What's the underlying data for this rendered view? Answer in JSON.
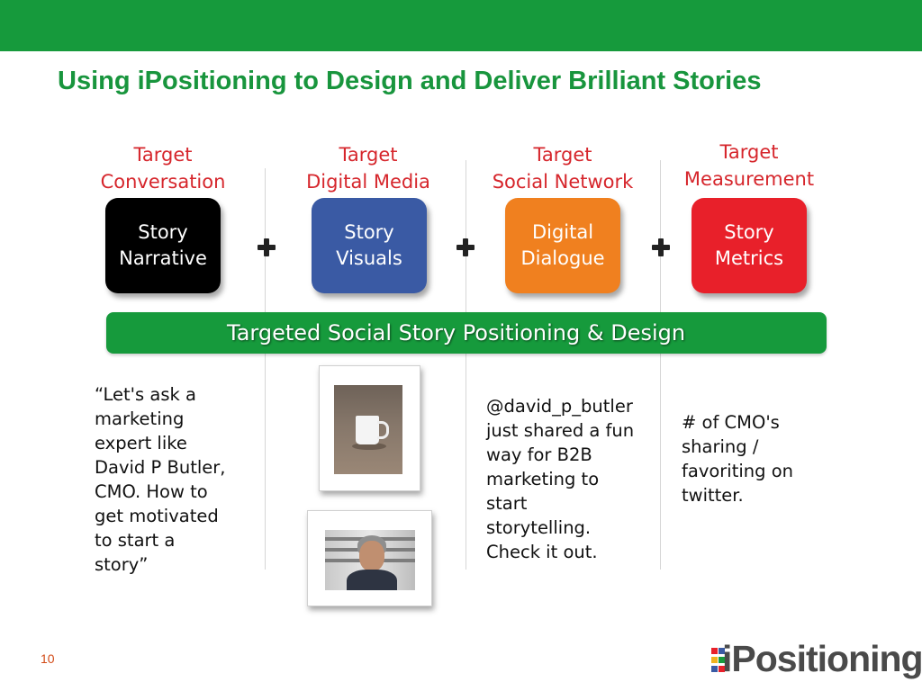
{
  "slide": {
    "title": "Using iPositioning to Design and Deliver Brilliant Stories",
    "page_number": "10"
  },
  "columns": [
    {
      "label_line1": "Target",
      "label_line2": "Conversation",
      "box_line1": "Story",
      "box_line2": "Narrative",
      "box_color": "#000000"
    },
    {
      "label_line1": "Target",
      "label_line2": "Digital Media",
      "box_line1": "Story",
      "box_line2": "Visuals",
      "box_color": "#3a5aa4"
    },
    {
      "label_line1": "Target",
      "label_line2": "Social Network",
      "box_line1": "Digital",
      "box_line2": "Dialogue",
      "box_color": "#f0801f"
    },
    {
      "label_line1": "Target",
      "label_line2": "Measurement",
      "box_line1": "Story",
      "box_line2": "Metrics",
      "box_color": "#e8202a"
    }
  ],
  "banner": {
    "text": "Targeted Social Story Positioning & Design"
  },
  "quote_lines": [
    "“Let's ask a",
    "marketing",
    "expert like",
    "David P Butler,",
    "CMO. How to",
    "get motivated",
    "to start a",
    "story”"
  ],
  "tweet_lines": [
    "@david_p_butler",
    "just shared a fun",
    "way for B2B",
    "marketing to",
    "start",
    "storytelling.",
    "Check it out."
  ],
  "metric_lines": [
    "# of CMO's",
    "sharing /",
    "favoriting on",
    "twitter."
  ],
  "logo": {
    "text": "iPositioning"
  },
  "colors": {
    "brand_green": "#169a3c",
    "title_green": "#18953d",
    "label_red": "#d6262c",
    "page_number_orange": "#d24a16"
  },
  "icons": {
    "plus_symbols": [
      "plus-icon",
      "plus-icon",
      "plus-icon"
    ],
    "photos": [
      "coffee-mug-photo",
      "david-butler-portrait"
    ]
  }
}
